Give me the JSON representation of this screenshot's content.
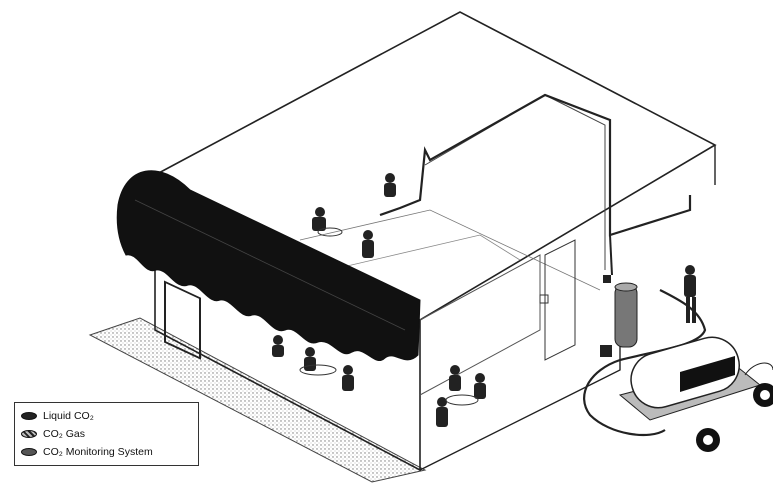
{
  "legend": {
    "items": [
      {
        "label": "Liquid CO₂",
        "swatch": "liquid"
      },
      {
        "label": "CO₂ Gas",
        "swatch": "gas"
      },
      {
        "label": "CO₂ Monitoring System",
        "swatch": "monitoring"
      }
    ]
  }
}
